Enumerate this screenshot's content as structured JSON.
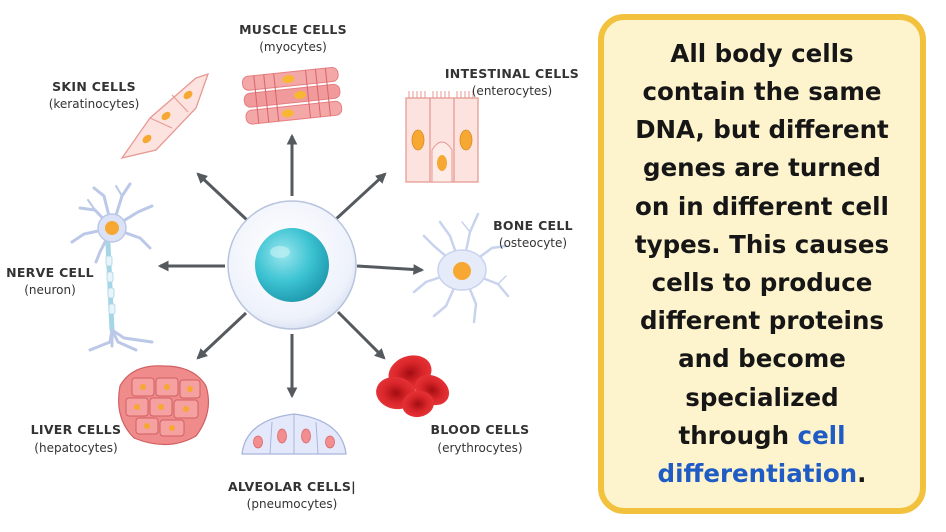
{
  "cells": {
    "muscle": {
      "name": "MUSCLE CELLS",
      "sub": "(myocytes)"
    },
    "intestinal": {
      "name": "INTESTINAL CELLS",
      "sub": "(enterocytes)"
    },
    "skin": {
      "name": "SKIN CELLS",
      "sub": "(keratinocytes)"
    },
    "bone": {
      "name": "BONE CELL",
      "sub": "(osteocyte)"
    },
    "nerve": {
      "name": "NERVE CELL",
      "sub": "(neuron)"
    },
    "liver": {
      "name": "LIVER CELLS",
      "sub": "(hepatocytes)"
    },
    "blood": {
      "name": "BLOOD CELLS",
      "sub": "(erythrocytes)"
    },
    "alveolar": {
      "name": "ALVEOLAR CELLS|",
      "sub": "(pneumocytes)"
    }
  },
  "callout": {
    "text": "All body cells contain the same DNA, but different genes are turned on in different cell types. This causes cells to produce different proteins and become specialized through",
    "highlight": "cell differentiation",
    "end": "."
  },
  "colors": {
    "highlight": "#1f5bc4",
    "callout_bg": "#fdf3cd",
    "callout_border": "#f2c23e",
    "stem_nucleus": "#2fc0cf",
    "arrow": "#555a5f"
  }
}
